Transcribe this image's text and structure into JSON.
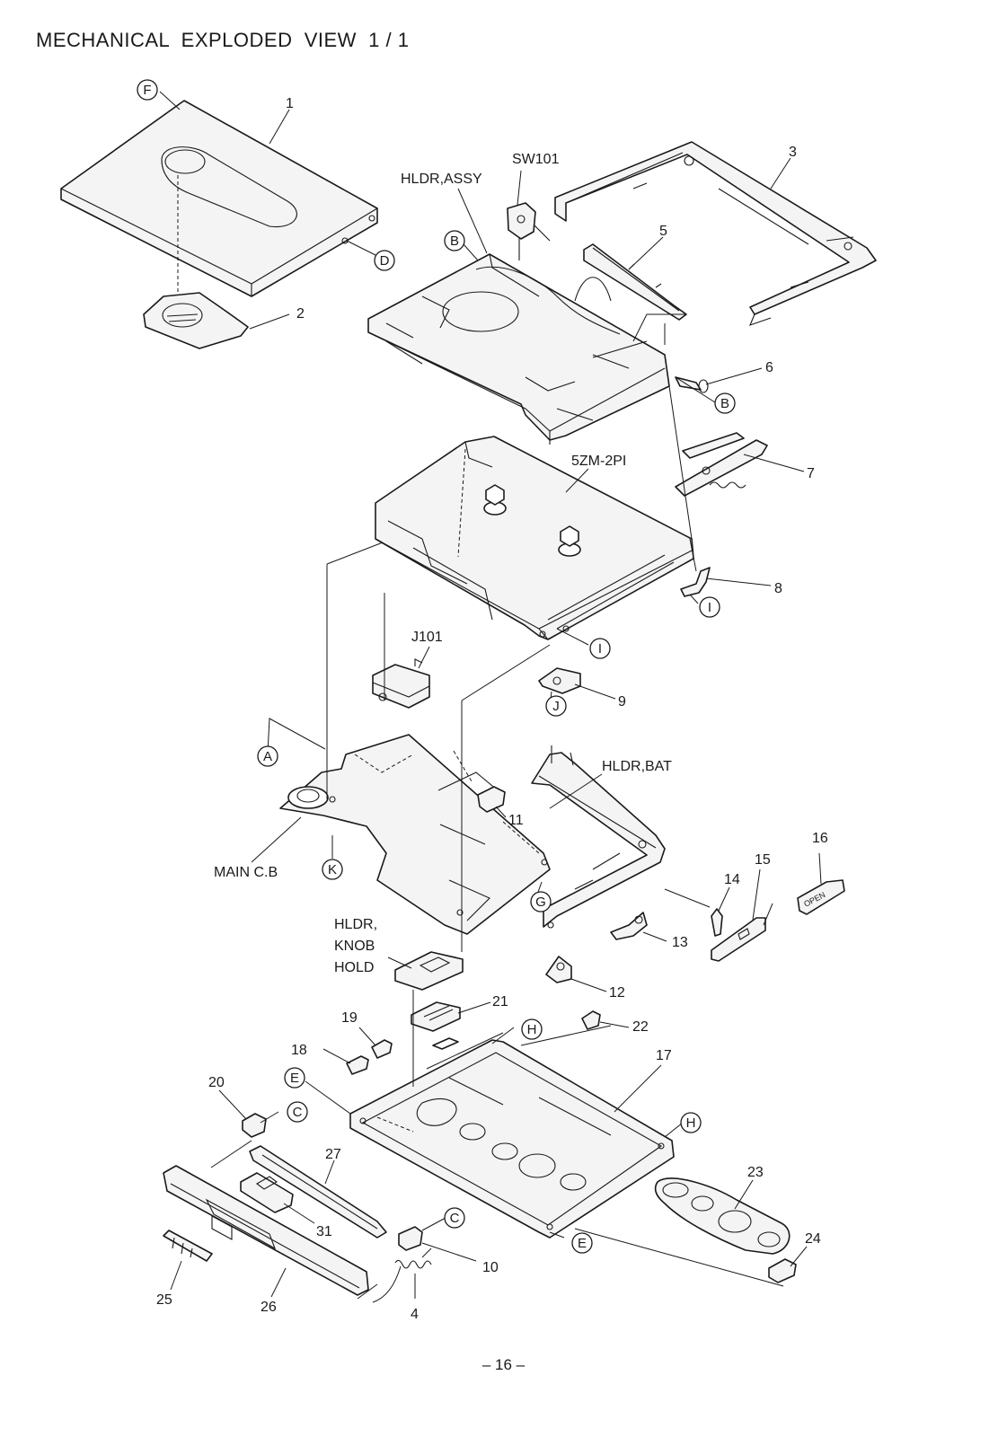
{
  "title": "MECHANICAL  EXPLODED  VIEW  1 / 1",
  "page_number": "– 16 –",
  "part_numbers": {
    "p1": "1",
    "p2": "2",
    "p3": "3",
    "p4": "4",
    "p5": "5",
    "p6": "6",
    "p7": "7",
    "p8": "8",
    "p9": "9",
    "p10": "10",
    "p11": "11",
    "p12": "12",
    "p13": "13",
    "p14": "14",
    "p15": "15",
    "p16": "16",
    "p17": "17",
    "p18": "18",
    "p19": "19",
    "p20": "20",
    "p21": "21",
    "p22": "22",
    "p23": "23",
    "p24": "24",
    "p25": "25",
    "p26": "26",
    "p27": "27",
    "p31": "31"
  },
  "labels": {
    "sw101": "SW101",
    "hldr_assy": "HLDR,ASSY",
    "mech": "5ZM-2PI",
    "j101": "J101",
    "hldr_bat": "HLDR,BAT",
    "main_cb": "MAIN C.B",
    "knob_1": "HLDR,",
    "knob_2": "KNOB",
    "knob_3": "HOLD",
    "open": "OPEN"
  },
  "refs": {
    "a": "A",
    "b": "B",
    "c": "C",
    "d": "D",
    "e": "E",
    "f": "F",
    "g": "G",
    "h": "H",
    "i": "I",
    "j": "J",
    "k": "K"
  }
}
